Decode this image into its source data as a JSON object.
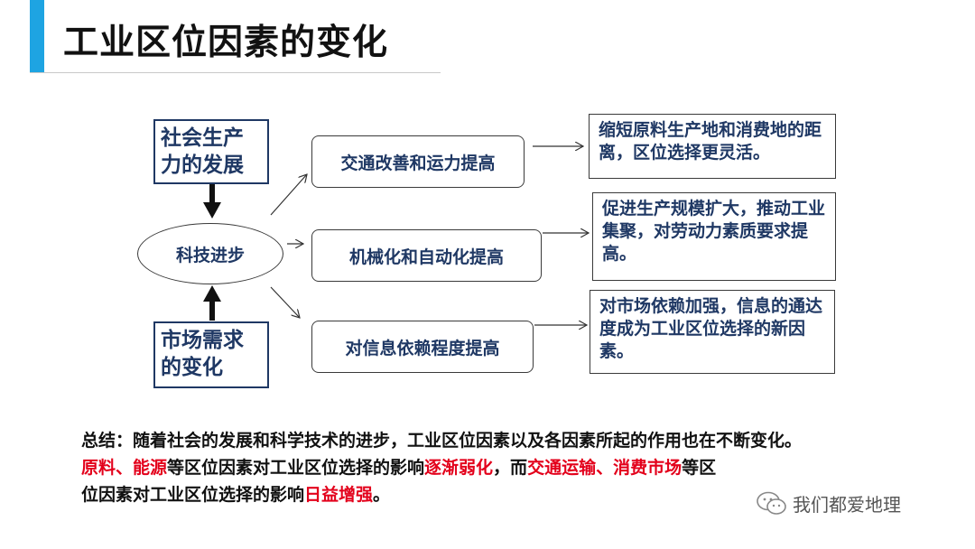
{
  "header": {
    "title": "工业区位因素的变化"
  },
  "diagram": {
    "driver_top": "社会生产力的发展",
    "driver_bottom": "市场需求的变化",
    "center": "科技进步",
    "middle": [
      "交通改善和运力提高",
      "机械化和自动化提高",
      "对信息依赖程度提高"
    ],
    "results": [
      "缩短原料生产地和消费地的距离，区位选择更灵活。",
      "促进生产规模扩大，推动工业集聚，对劳动力素质要求提高。",
      "对市场依赖加强，信息的通达度成为工业区位选择的新因素。"
    ]
  },
  "summary": {
    "line1": "总结：随着社会的发展和科学技术的进步，工业区位因素以及各因素所起的作用也在不断变化。",
    "line2_red1": "原料、能源",
    "line2_mid1": "等区位因素对工业区位选择的影响",
    "line2_red2": "逐渐弱化",
    "line2_mid2": "，而",
    "line2_red3": "交通运输、消费市场",
    "line2_end": "等区",
    "line3_start": "位因素对工业区位选择的影响",
    "line3_red": "日益增强",
    "line3_end": "。"
  },
  "watermark": {
    "text": "我们都爱地理",
    "icon": "wechat-icon"
  }
}
